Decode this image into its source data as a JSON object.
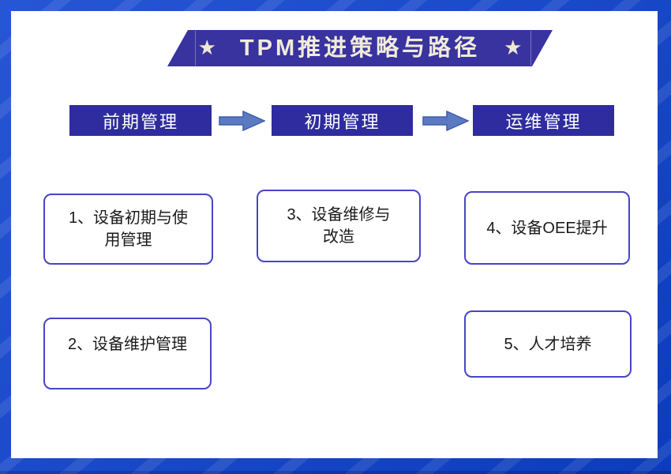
{
  "page": {
    "background_color": "#0d43cf",
    "panel_color": "#ffffff"
  },
  "banner": {
    "title": "TPM推进策略与路径",
    "star_icon": "★",
    "background_color": "#38339f",
    "text_color": "#f1ebd9"
  },
  "stages": {
    "background_color": "#2e2c9e",
    "text_color": "#ffffff",
    "arrow_color": "#5b7ac1",
    "items": [
      {
        "label": "前期管理"
      },
      {
        "label": "初期管理"
      },
      {
        "label": "运维管理"
      }
    ]
  },
  "boxes": {
    "border_color": "#4745c8",
    "text_color": "#1a1a1a",
    "items": [
      {
        "text": "1、设备初期与使\n用管理"
      },
      {
        "text": "2、设备维护管理"
      },
      {
        "text": "3、设备维修与\n改造"
      },
      {
        "text": "4、设备OEE提升"
      },
      {
        "text": "5、人才培养"
      }
    ]
  }
}
